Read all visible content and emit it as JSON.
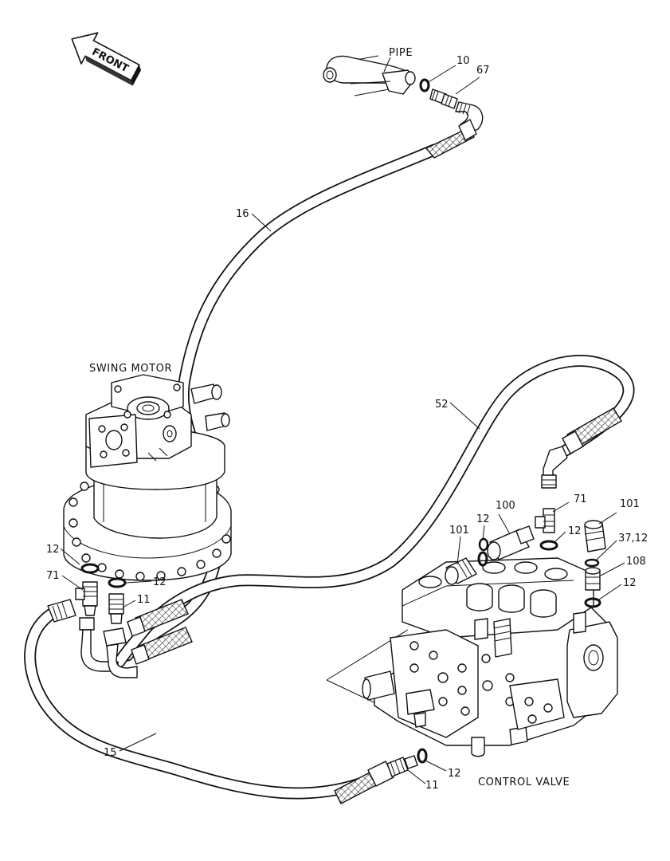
{
  "orientation": {
    "label": "FRONT",
    "icon": "arrow-front-icon"
  },
  "assemblies": {
    "pipe": "PIPE",
    "swing_motor": "SWING MOTOR",
    "control_valve": "CONTROL VALVE"
  },
  "callouts": {
    "c10": "10",
    "c67": "67",
    "c16": "16",
    "c52": "52",
    "c71_valve": "71",
    "c100": "100",
    "c101_left": "101",
    "c12_valve_top": "12",
    "c12_valve_mid": "12",
    "c101_right": "101",
    "c37_12": "37,12",
    "c108": "108",
    "c12_valve_right": "12",
    "c12_motor_a": "12",
    "c71_motor": "71",
    "c12_motor_b": "12",
    "c11_motor": "11",
    "c15": "15",
    "c12_bottom": "12",
    "c11_bottom": "11"
  }
}
